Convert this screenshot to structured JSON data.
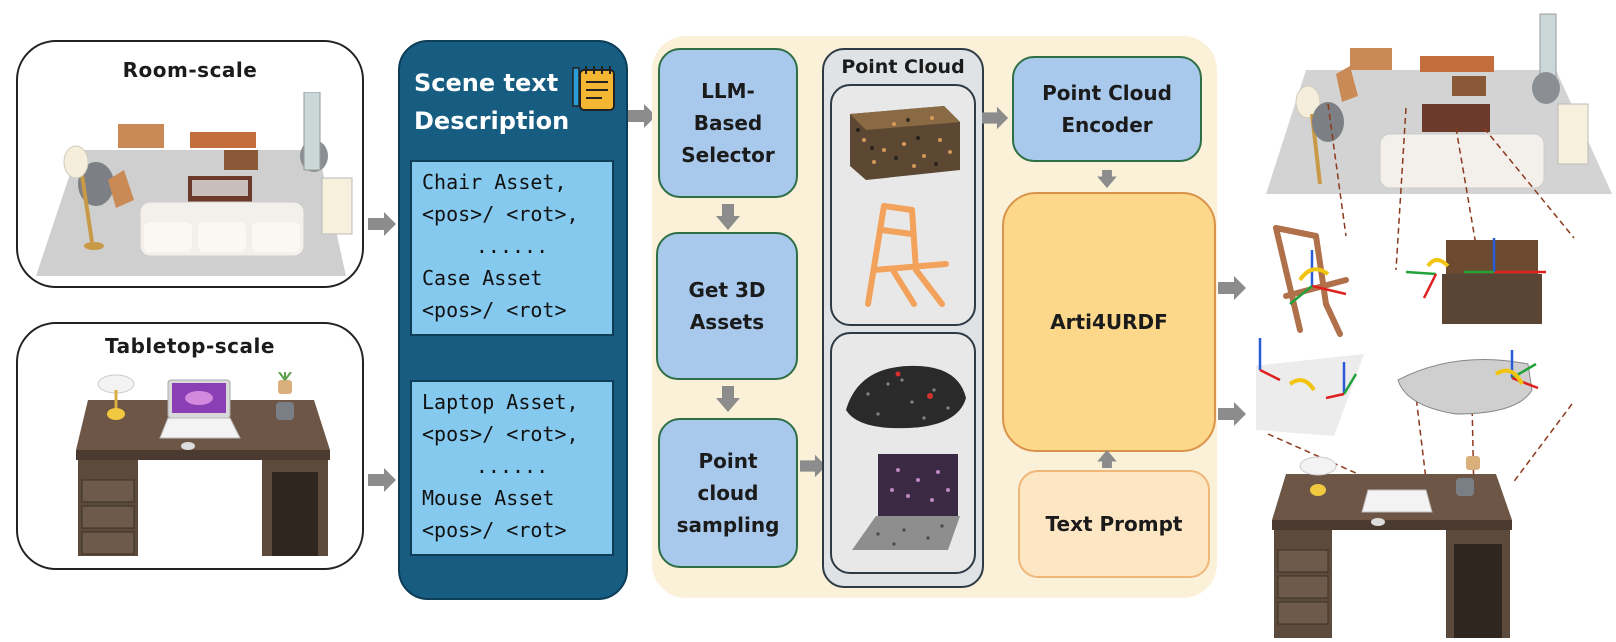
{
  "room_card": {
    "title": "Room-scale"
  },
  "tabletop_card": {
    "title": "Tabletop-scale"
  },
  "scene_panel": {
    "title_line1": "Scene text",
    "title_line2": "Description",
    "box1": {
      "line1": "Chair  Asset,",
      "line2": "<pos>/ <rot>,",
      "line3": "......",
      "line4": "Case  Asset",
      "line5": "<pos>/ <rot>"
    },
    "box2": {
      "line1": "Laptop Asset,",
      "line2": "<pos>/ <rot>,",
      "line3": "......",
      "line4": "Mouse  Asset",
      "line5": "<pos>/ <rot>"
    }
  },
  "pipeline": {
    "llm_line1": "LLM-",
    "llm_line2": "Based",
    "llm_line3": "Selector",
    "get3d_line1": "Get 3D",
    "get3d_line2": "Assets",
    "sampling_line1": "Point",
    "sampling_line2": "cloud",
    "sampling_line3": "sampling",
    "point_cloud_title": "Point Cloud",
    "encoder_line1": "Point Cloud",
    "encoder_line2": "Encoder",
    "model_label": "Arti4URDF",
    "prompt_label": "Text Prompt"
  },
  "colors": {
    "dark_panel": "#175d82",
    "asset_box": "#86c9ef",
    "blue_box": "#a8c9ec",
    "cream_bg": "#fbf1d9",
    "model_box": "#fdd88a",
    "prompt_box": "#fde6c4",
    "arrow": "#8c8c8c",
    "joint_red": "#e02020",
    "joint_green": "#22a33a",
    "joint_blue": "#2a5bd7",
    "joint_yellow": "#f1c40f"
  },
  "icons": [
    "notepad-icon",
    "arrow-right-icon",
    "arrow-down-icon",
    "arrow-up-icon"
  ]
}
